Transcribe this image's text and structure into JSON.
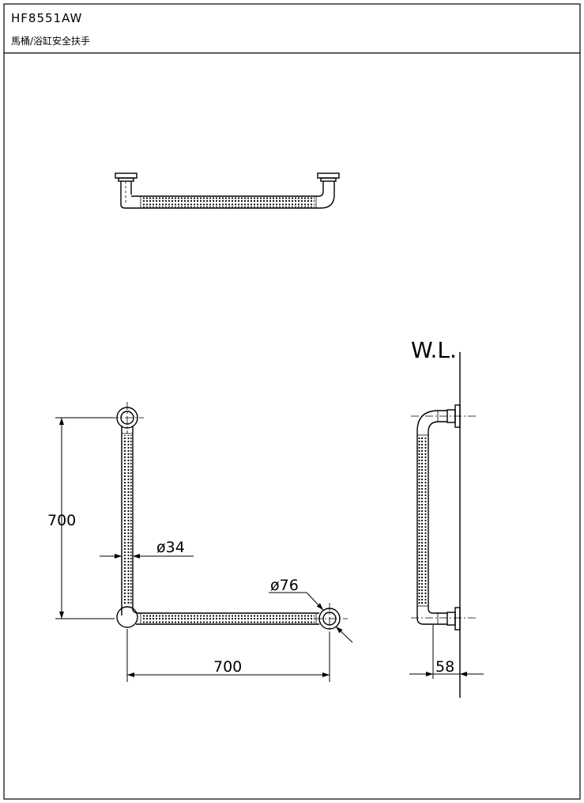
{
  "header": {
    "model": "HF8551AW",
    "description": "馬桶/浴缸安全扶手"
  },
  "drawing": {
    "wall_label": "W.L.",
    "dim_vertical": "700",
    "dim_horizontal": "700",
    "dim_tube_dia": "ø34",
    "dim_flange_dia": "ø76",
    "dim_projection": "58"
  }
}
